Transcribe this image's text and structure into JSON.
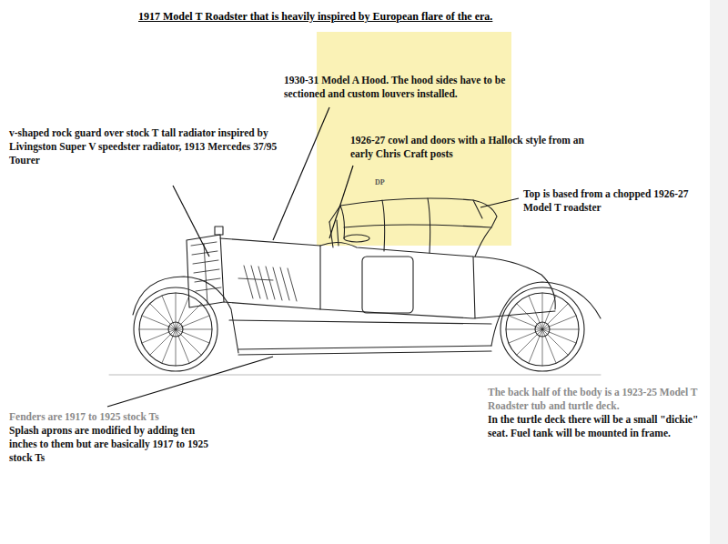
{
  "diagram": {
    "title": "1917 Model T Roadster that is heavily inspired by European flare of the era.",
    "labels": [
      "1930-31 Model A Hood.  The hood sides have to be sectioned and custom louvers installed.",
      "v-shaped rock guard over stock T tall radiator inspired by Livingston Super V speedster radiator, 1913 Mercedes 37/95 Tourer",
      "1926-27 cowl and doors with a Hallock style from an early Chris Craft posts",
      "DP",
      "Top is based from a chopped 1926-27 Model T roadster",
      "Fenders are 1917 to 1925 stock Ts",
      "Splash aprons are modified by adding ten inches to them but are basically 1917 to 1925 stock Ts",
      "The back half of the body is a 1923-25 Model T Roadster tub and turtle deck.",
      "In the turtle deck there will be a small \"dickie\" seat.  Fuel tank will be mounted in frame."
    ]
  }
}
